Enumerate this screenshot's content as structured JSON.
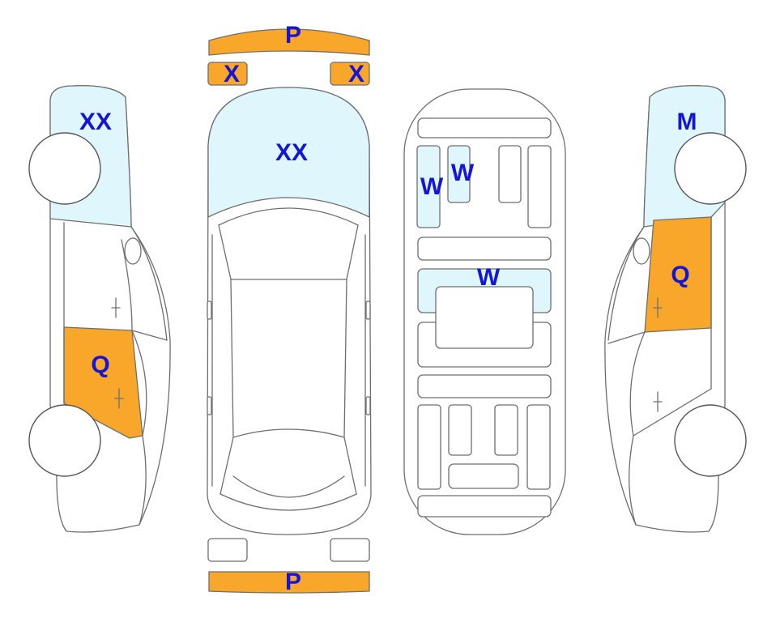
{
  "colors": {
    "damage": "#f9a72b",
    "zone": "#dff6fc",
    "label": "#1515d6",
    "outline": "#6e6e6e"
  },
  "labels": {
    "front_bumper": "P",
    "front_left_light": "X",
    "front_right_light": "X",
    "hood": "XX",
    "rear_bumper": "P",
    "left_front_fender": "XX",
    "left_rear_door": "Q",
    "right_front_fender": "M",
    "right_front_door": "Q",
    "interior_front_left_seat": "W",
    "interior_front_left_seat_inner": "W",
    "interior_middle_row": "W"
  }
}
